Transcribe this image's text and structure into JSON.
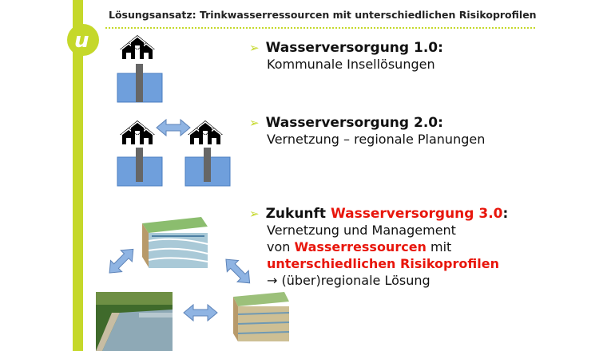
{
  "title": "Lösungsansatz: Trinkwasserressourcen mit unterschiedlichen Risikoprofilen",
  "logo_letter": "u",
  "colors": {
    "accent": "#c5d82a",
    "highlight": "#e8160c",
    "water": "#6f9fdc"
  },
  "bullets": [
    {
      "head": "Wasserversorgung 1.0:",
      "lines": [
        "Kommunale Insellösungen"
      ]
    },
    {
      "head": "Wasserversorgung 2.0:",
      "lines": [
        "Vernetzung – regionale Planungen"
      ]
    },
    {
      "head_prefix": "Zukunft ",
      "head_red": "Wasserversorgung 3.0",
      "head_suffix": ":",
      "line1": "Vernetzung und Management",
      "line2_pre": "von ",
      "line2_red": "Wasserressourcen",
      "line2_post": " mit",
      "line3_red": "unterschiedlichen Risikoprofilen",
      "line4": "→ (über)regionale Lösung"
    }
  ],
  "chevron": "➢"
}
